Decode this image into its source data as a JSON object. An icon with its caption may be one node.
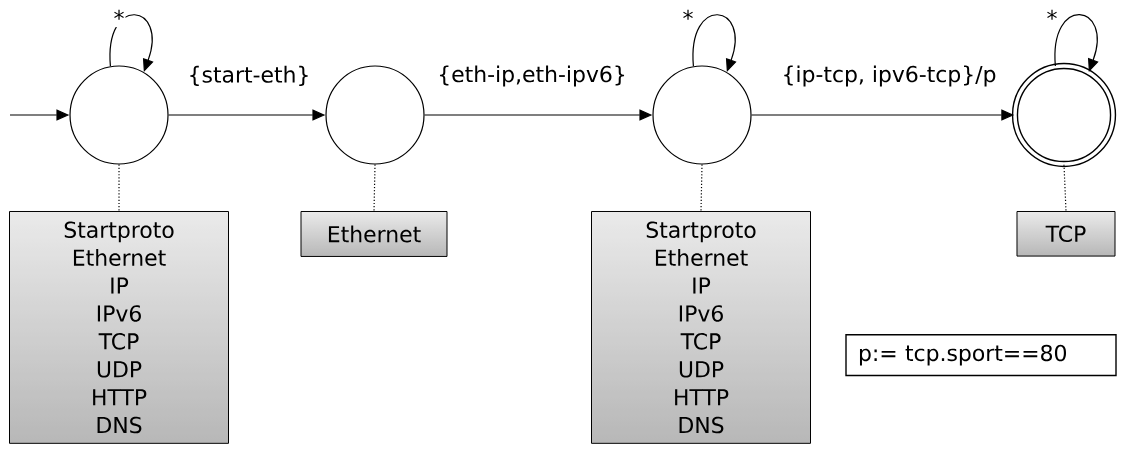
{
  "diagram": {
    "nodes": [
      {
        "text": [],
        "shape": "circle"
      },
      {
        "text": [],
        "shape": "circle"
      },
      {
        "text": [],
        "shape": "circle"
      },
      {
        "text": [],
        "shape": "double-circle"
      },
      {
        "text": [
          "Startproto",
          "Ethernet",
          "IP",
          "IPv6",
          "TCP",
          "UDP",
          "HTTP",
          "DNS"
        ]
      },
      {
        "text": [
          "Ethernet"
        ]
      },
      {
        "text": [
          "Startproto",
          "Ethernet",
          "IP",
          "IPv6",
          "TCP",
          "UDP",
          "HTTP",
          "DNS"
        ]
      },
      {
        "text": [
          "TCP"
        ]
      },
      {
        "text": [
          "p:= tcp.sport==80"
        ]
      }
    ],
    "edges": [
      {
        "from": null,
        "to": 0,
        "arrow": "to"
      },
      {
        "from": 0,
        "to": 0,
        "arrow": "to",
        "label": "*"
      },
      {
        "from": 0,
        "to": 1,
        "arrow": "to",
        "label": "{start-eth}"
      },
      {
        "from": 1,
        "to": 2,
        "arrow": "to",
        "label": "{eth-ip,eth-ipv6}"
      },
      {
        "from": 2,
        "to": 2,
        "arrow": "to",
        "label": "*"
      },
      {
        "from": 2,
        "to": 3,
        "arrow": "to",
        "label": "{ip-tcp, ipv6-tcp}/p"
      },
      {
        "from": 3,
        "to": 3,
        "arrow": "to",
        "label": "*"
      },
      {
        "from": 0,
        "to": 4,
        "arrow": "none",
        "style": "dashed"
      },
      {
        "from": 1,
        "to": 5,
        "arrow": "none",
        "style": "dashed"
      },
      {
        "from": 2,
        "to": 6,
        "arrow": "none",
        "style": "dashed"
      },
      {
        "from": 3,
        "to": 7,
        "arrow": "none",
        "style": "dashed"
      }
    ]
  }
}
